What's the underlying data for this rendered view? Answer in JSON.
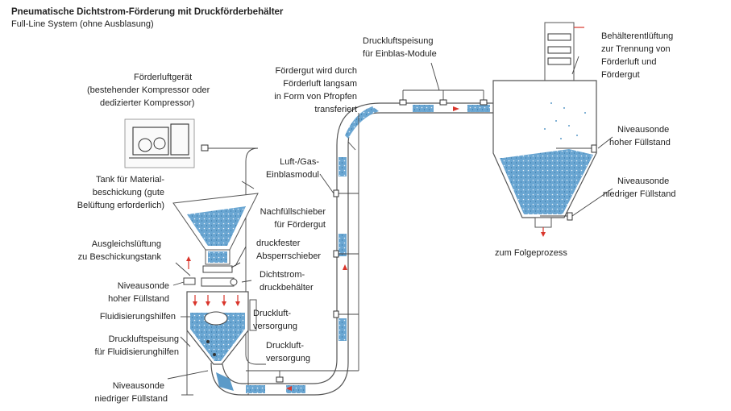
{
  "title": "Pneumatische Dichtstrom-Förderung mit Druckförderbehälter",
  "subtitle": "Full-Line System (ohne Ausblasung)",
  "labels": {
    "foerderluft1": "Förderluftgerät",
    "foerderluft2": "(bestehender Kompressor oder",
    "foerderluft3": "dedizierter Kompressor)",
    "tank1": "Tank für Material-",
    "tank2": "beschickung (gute",
    "tank3": "Belüftung erforderlich)",
    "ausgleich1": "Ausgleichslüftung",
    "ausgleich2": "zu Beschickungstank",
    "niv_hoch_l1": "Niveausonde",
    "niv_hoch_l2": "hoher Füllstand",
    "fluid": "Fluidisierungshilfen",
    "dl_fluid1": "Druckluftspeisung",
    "dl_fluid2": "für Fluidisierunghilfen",
    "niv_nied_l1": "Niveausonde",
    "niv_nied_l2": "niedriger Füllstand",
    "luftgas1": "Luft-/Gas-",
    "luftgas2": "Einblasmodul",
    "nachfuell1": "Nachfüllschieber",
    "nachfuell2": "für Fördergut",
    "sperr1": "druckfester",
    "sperr2": "Absperrschieber",
    "dichtstrom1": "Dichtstrom-",
    "dichtstrom2": "druckbehälter",
    "dl_vers1_1": "Druckluft-",
    "dl_vers1_2": "versorgung",
    "dl_vers2_1": "Druckluft-",
    "dl_vers2_2": "versorgung",
    "foerdergut1": "Fördergut wird durch",
    "foerdergut2": "Förderluft langsam",
    "foerdergut3": "in Form von Pfropfen",
    "foerdergut4": "transferiert",
    "einblas1": "Druckluftspeisung",
    "einblas2": "für Einblas-Module",
    "entlueft1": "Behälterentlüftung",
    "entlueft2": "zur Trennung von",
    "entlueft3": "Förderluft und",
    "entlueft4": "Fördergut",
    "niv_hoch_r1": "Niveausonde",
    "niv_hoch_r2": "hoher Füllstand",
    "niv_nied_r1": "Niveausonde",
    "niv_nied_r2": "niedriger Füllstand",
    "folge": "zum Folgeprozess"
  },
  "colors": {
    "material": "#5b9ac8",
    "flow_arrow": "#d9352b",
    "line": "#555555"
  }
}
